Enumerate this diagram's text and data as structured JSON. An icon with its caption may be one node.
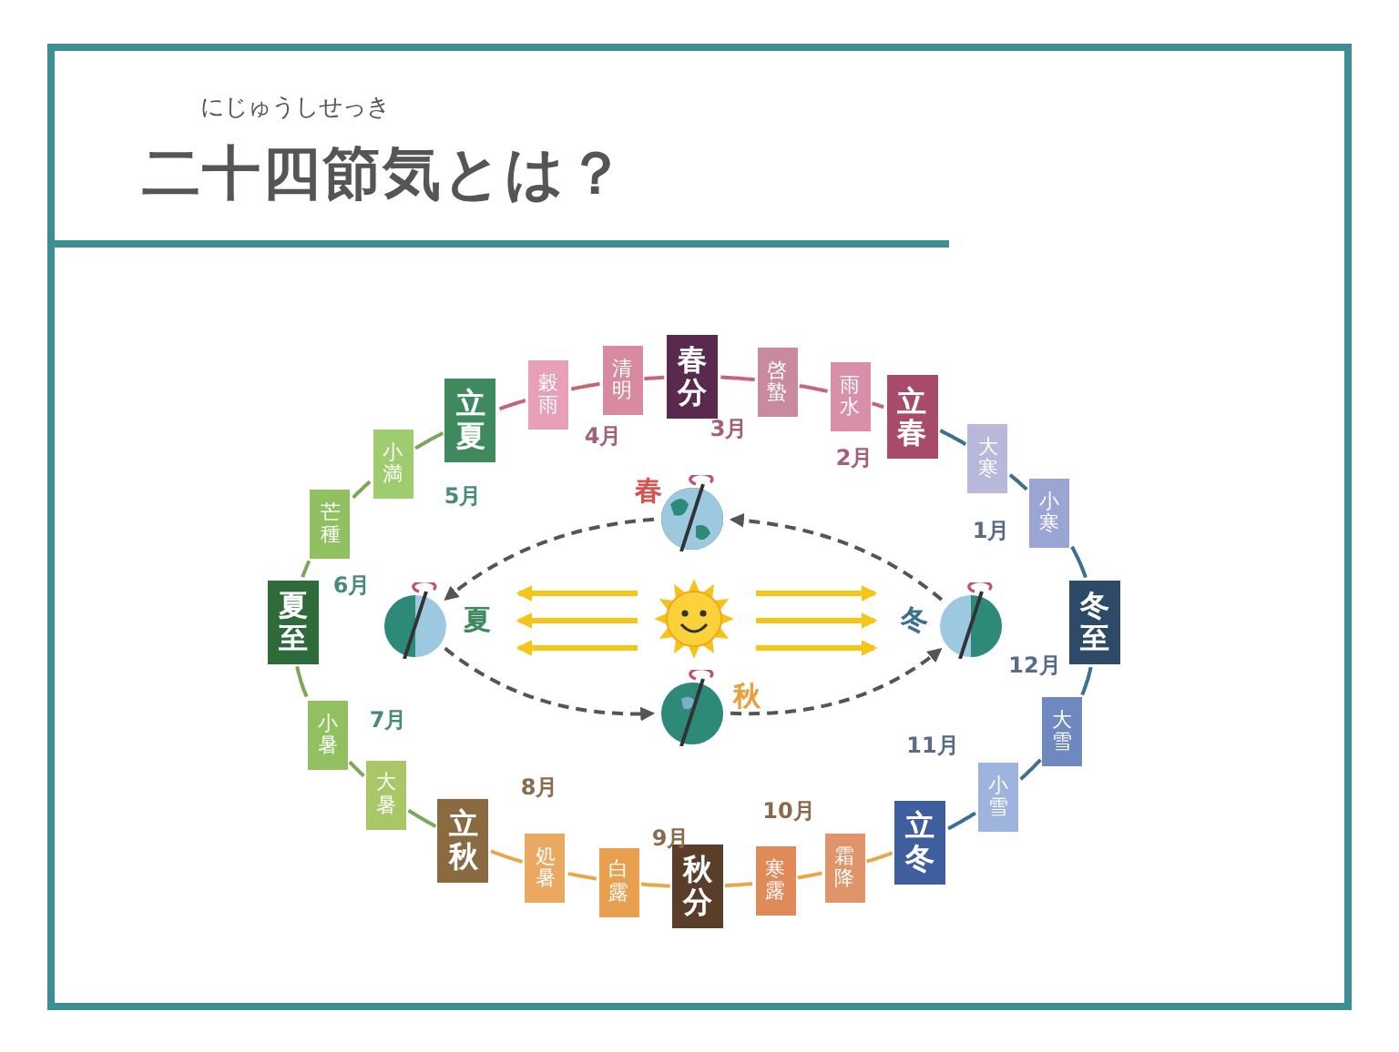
{
  "diagram": {
    "title": "二十四節気とは？",
    "nodes": [
      {
        "text": [
          "春分"
        ]
      },
      {
        "text": [
          "啓蟄"
        ]
      },
      {
        "text": [
          "雨水"
        ]
      },
      {
        "text": [
          "立春"
        ]
      },
      {
        "text": [
          "大寒"
        ]
      },
      {
        "text": [
          "小寒"
        ]
      },
      {
        "text": [
          "冬至"
        ]
      },
      {
        "text": [
          "大雪"
        ]
      },
      {
        "text": [
          "小雪"
        ]
      },
      {
        "text": [
          "立冬"
        ]
      },
      {
        "text": [
          "霜降"
        ]
      },
      {
        "text": [
          "寒露"
        ]
      },
      {
        "text": [
          "秋分"
        ]
      },
      {
        "text": [
          "白露"
        ]
      },
      {
        "text": [
          "処暑"
        ]
      },
      {
        "text": [
          "立秋"
        ]
      },
      {
        "text": [
          "大暑"
        ]
      },
      {
        "text": [
          "小暑"
        ]
      },
      {
        "text": [
          "夏至"
        ]
      },
      {
        "text": [
          "芒種"
        ]
      },
      {
        "text": [
          "小満"
        ]
      },
      {
        "text": [
          "立夏"
        ]
      },
      {
        "text": [
          "穀雨"
        ]
      },
      {
        "text": [
          "清明"
        ]
      },
      {
        "text": [],
        "shape": "picture",
        "beside": [
          "春"
        ]
      },
      {
        "text": [],
        "shape": "picture",
        "beside": [
          "夏"
        ]
      },
      {
        "text": [],
        "shape": "picture",
        "beside": [
          "秋"
        ]
      },
      {
        "text": [],
        "shape": "picture",
        "beside": [
          "冬"
        ]
      },
      {
        "text": [],
        "shape": "picture"
      }
    ],
    "edges": [
      {
        "from": 0,
        "to": 1,
        "arrow": "none",
        "color": "#c86478"
      },
      {
        "from": 1,
        "to": 2,
        "arrow": "none",
        "color": "#c86478"
      },
      {
        "from": 2,
        "to": 3,
        "arrow": "none",
        "color": "#c86478"
      },
      {
        "from": 3,
        "to": 4,
        "arrow": "none",
        "color": "#3c7090"
      },
      {
        "from": 4,
        "to": 5,
        "arrow": "none",
        "color": "#3c7090"
      },
      {
        "from": 5,
        "to": 6,
        "arrow": "none",
        "color": "#3c7090"
      },
      {
        "from": 6,
        "to": 7,
        "arrow": "none",
        "color": "#3c7090"
      },
      {
        "from": 7,
        "to": 8,
        "arrow": "none",
        "color": "#3c7090"
      },
      {
        "from": 8,
        "to": 9,
        "arrow": "none",
        "color": "#3c7090"
      },
      {
        "from": 9,
        "to": 10,
        "arrow": "none",
        "color": "#e8a848"
      },
      {
        "from": 10,
        "to": 11,
        "arrow": "none",
        "color": "#e8a848"
      },
      {
        "from": 11,
        "to": 12,
        "arrow": "none",
        "color": "#e8a848"
      },
      {
        "from": 12,
        "to": 13,
        "arrow": "none",
        "color": "#e8a848"
      },
      {
        "from": 13,
        "to": 14,
        "arrow": "none",
        "color": "#e8a848"
      },
      {
        "from": 14,
        "to": 15,
        "arrow": "none",
        "color": "#e8a848"
      },
      {
        "from": 15,
        "to": 16,
        "arrow": "none",
        "color": "#78a858"
      },
      {
        "from": 16,
        "to": 17,
        "arrow": "none",
        "color": "#78a858"
      },
      {
        "from": 17,
        "to": 18,
        "arrow": "none",
        "color": "#78a858"
      },
      {
        "from": 18,
        "to": 19,
        "arrow": "none",
        "color": "#78a858"
      },
      {
        "from": 19,
        "to": 20,
        "arrow": "none",
        "color": "#78a858"
      },
      {
        "from": 20,
        "to": 21,
        "arrow": "none",
        "color": "#78a858"
      },
      {
        "from": 21,
        "to": 22,
        "arrow": "none",
        "color": "#c86478"
      },
      {
        "from": 22,
        "to": 23,
        "arrow": "none",
        "color": "#c86478"
      },
      {
        "from": 23,
        "to": 0,
        "arrow": "none",
        "color": "#c86478"
      },
      {
        "from": 27,
        "to": 24,
        "arrow": "to",
        "style": "dashed",
        "color": "#555555"
      },
      {
        "from": 24,
        "to": 25,
        "arrow": "to",
        "style": "dashed",
        "color": "#555555"
      },
      {
        "from": 25,
        "to": 26,
        "arrow": "to",
        "style": "dashed",
        "color": "#555555"
      },
      {
        "from": 26,
        "to": 27,
        "arrow": "to",
        "style": "dashed",
        "color": "#555555"
      }
    ],
    "labels": [
      "にじゅうしせっき",
      "3月",
      "2月",
      "1月",
      "12月",
      "11月",
      "10月",
      "9月",
      "8月",
      "7月",
      "6月",
      "5月",
      "4月"
    ]
  }
}
